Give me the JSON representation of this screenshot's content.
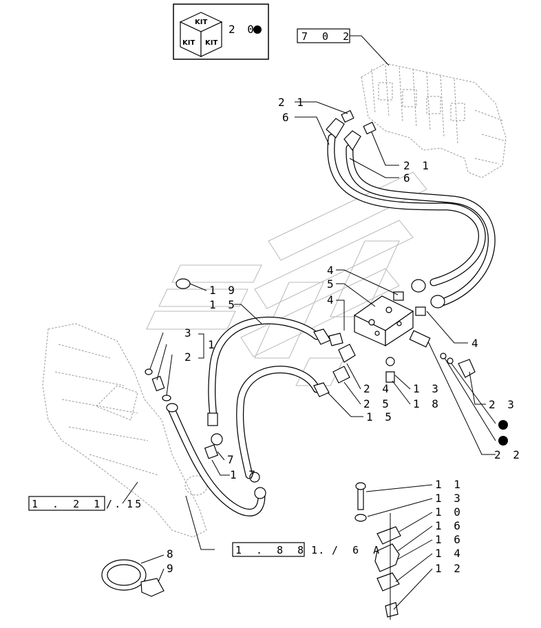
{
  "kit_box": {
    "icon_label": "KIT",
    "number": "2 0"
  },
  "reference_boxes": [
    {
      "id": "ref-702",
      "text": "7 0 2"
    },
    {
      "id": "ref-1215",
      "text": "1 . 2 1 . 5",
      "suffix": "/  1"
    },
    {
      "id": "ref-188",
      "text": "1 . 8 8 .",
      "suffix": "1 /  6 A"
    }
  ],
  "labels": [
    {
      "id": "21a",
      "text": "2 1"
    },
    {
      "id": "6a",
      "text": "6"
    },
    {
      "id": "21b",
      "text": "2 1"
    },
    {
      "id": "6b",
      "text": "6"
    },
    {
      "id": "19",
      "text": "1 9"
    },
    {
      "id": "15a",
      "text": "1 5"
    },
    {
      "id": "4a",
      "text": "4"
    },
    {
      "id": "5",
      "text": "5"
    },
    {
      "id": "4b",
      "text": "4"
    },
    {
      "id": "4c",
      "text": "4"
    },
    {
      "id": "3",
      "text": "3"
    },
    {
      "id": "1",
      "text": "1"
    },
    {
      "id": "2",
      "text": "2"
    },
    {
      "id": "24",
      "text": "2 4"
    },
    {
      "id": "13a",
      "text": "1 3"
    },
    {
      "id": "25",
      "text": "2 5"
    },
    {
      "id": "18",
      "text": "1 8"
    },
    {
      "id": "15b",
      "text": "1 5"
    },
    {
      "id": "23",
      "text": "2 3"
    },
    {
      "id": "22",
      "text": "2 2"
    },
    {
      "id": "7",
      "text": "7"
    },
    {
      "id": "17",
      "text": "1 7"
    },
    {
      "id": "11",
      "text": "1 1"
    },
    {
      "id": "13b",
      "text": "1 3"
    },
    {
      "id": "10",
      "text": "1 0"
    },
    {
      "id": "16a",
      "text": "1 6"
    },
    {
      "id": "16b",
      "text": "1 6"
    },
    {
      "id": "14",
      "text": "1 4"
    },
    {
      "id": "12",
      "text": "1 2"
    },
    {
      "id": "8",
      "text": "8"
    },
    {
      "id": "9",
      "text": "9"
    }
  ],
  "colors": {
    "ink": "#000000",
    "ghost": "#9a9a9a",
    "watermark": "#b8b8b8",
    "background": "#ffffff"
  }
}
